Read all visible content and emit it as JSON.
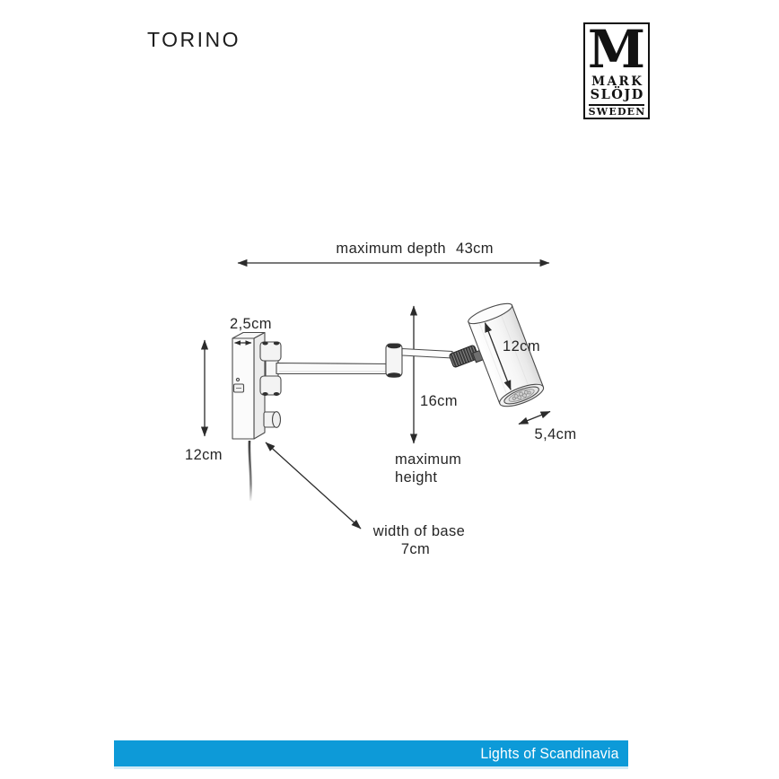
{
  "page": {
    "title": "TORINO"
  },
  "logo": {
    "monogram": "M",
    "word1": "MARK",
    "word2": "SLÖJD",
    "word3": "SWEDEN"
  },
  "diagram": {
    "max_depth_label": "maximum depth",
    "max_depth_value": "43cm",
    "base_depth_value": "2,5cm",
    "base_height_value": "12cm",
    "max_height_value": "16cm",
    "max_height_label_line1": "maximum",
    "max_height_label_line2": "height",
    "head_length_value": "12cm",
    "head_diameter_value": "5,4cm",
    "base_width_label": "width of base",
    "base_width_value": "7cm"
  },
  "footer": {
    "brand_text": "Lights of Scandinavia",
    "bar_color": "#0d9ad8"
  },
  "colors": {
    "ink": "#262626",
    "line": "#2b2b2b"
  }
}
